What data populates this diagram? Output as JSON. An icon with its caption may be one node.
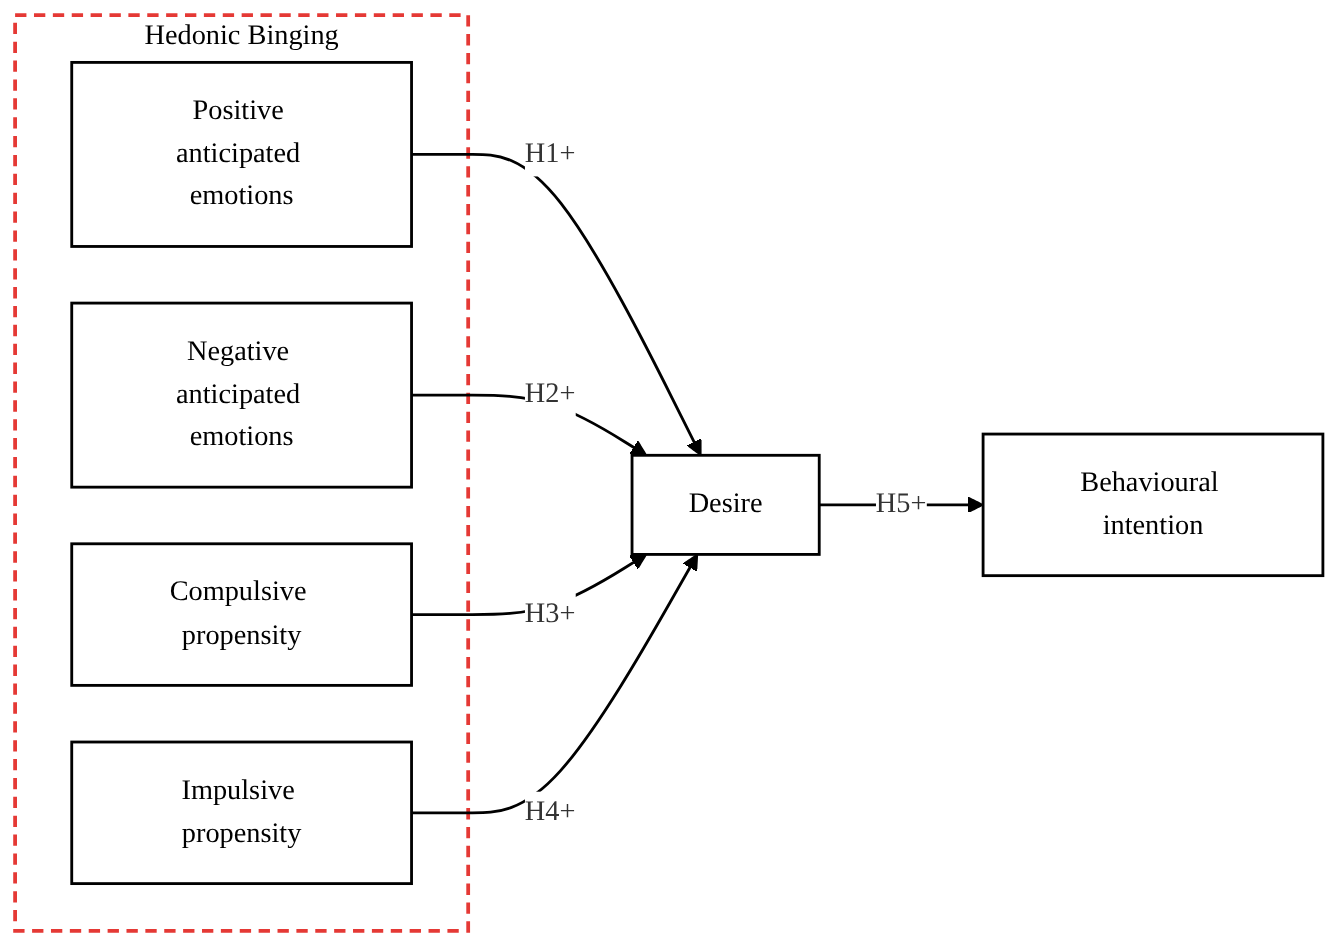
{
  "diagram": {
    "nodes": [
      {
        "text": [
          "Hedonic Binging"
        ]
      },
      {
        "text": [
          "Positive anticipated emotions"
        ],
        "in": 0
      },
      {
        "text": [
          "Negative anticipated emotions"
        ],
        "in": 0
      },
      {
        "text": [
          "Compulsive propensity"
        ],
        "in": 0
      },
      {
        "text": [
          "Impulsive propensity"
        ],
        "in": 0
      },
      {
        "text": [
          "Desire"
        ]
      },
      {
        "text": [
          "Behavioural intention"
        ]
      }
    ],
    "edges": [
      {
        "from": 1,
        "to": 5,
        "arrow": "to",
        "label": "H1+"
      },
      {
        "from": 2,
        "to": 5,
        "arrow": "to",
        "label": "H2+"
      },
      {
        "from": 3,
        "to": 5,
        "arrow": "to",
        "label": "H3+"
      },
      {
        "from": 4,
        "to": 5,
        "arrow": "to",
        "label": "H4+"
      },
      {
        "from": 5,
        "to": 6,
        "arrow": "to",
        "label": "H5+"
      }
    ]
  }
}
